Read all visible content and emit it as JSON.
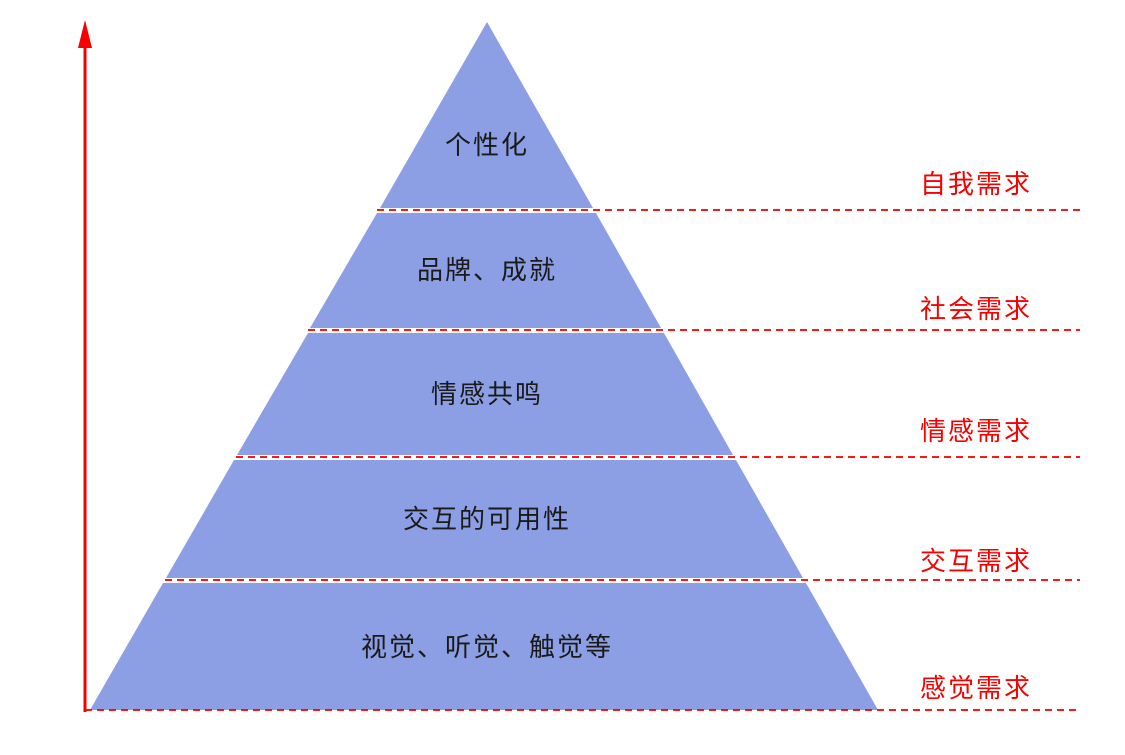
{
  "diagram": {
    "type": "pyramid-hierarchy",
    "colors": {
      "pyramid": "#8C9FE4",
      "red": "#F80000",
      "text": "#1A1A1A",
      "background": "#FFFFFF"
    },
    "layers": [
      {
        "label": "个性化",
        "need": "自我需求"
      },
      {
        "label": "品牌、成就",
        "need": "社会需求"
      },
      {
        "label": "情感共鸣",
        "need": "情感需求"
      },
      {
        "label": "交互的可用性",
        "need": "交互需求"
      },
      {
        "label": "视觉、听觉、触觉等",
        "need": "感觉需求"
      }
    ]
  }
}
